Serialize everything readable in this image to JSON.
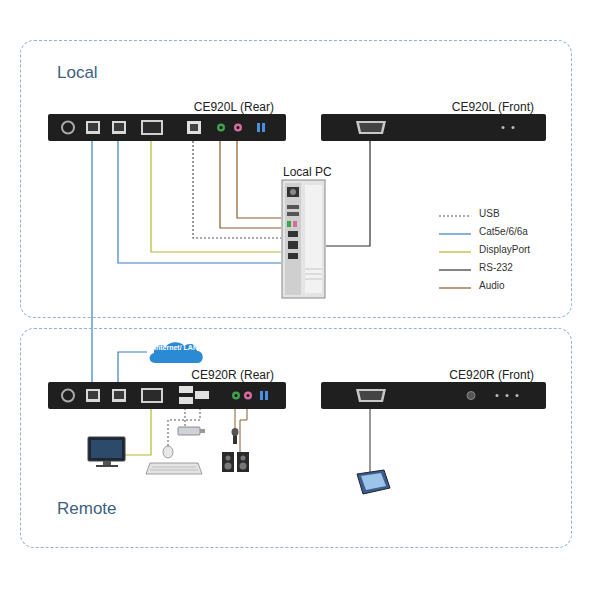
{
  "diagram": {
    "nodes": [
      {
        "text": [
          "Local"
        ]
      },
      {
        "text": [
          "CE920L (Rear)"
        ],
        "in": 0
      },
      {
        "text": [
          "CE920L (Front)"
        ],
        "in": 0
      },
      {
        "text": [
          "Local PC"
        ],
        "in": 0
      },
      {
        "text": [
          "Remote"
        ]
      },
      {
        "text": [
          "CE920R (Rear)"
        ],
        "in": 4
      },
      {
        "text": [
          "CE920R (Front)"
        ],
        "in": 4
      },
      {
        "text": [
          "Internet/ LAN"
        ],
        "in": 4
      }
    ],
    "edges": [
      {
        "from": 1,
        "to": 5,
        "arrow": "none"
      },
      {
        "from": 1,
        "to": 3,
        "arrow": "none"
      },
      {
        "from": 1,
        "to": 3,
        "arrow": "none"
      },
      {
        "from": 1,
        "to": 3,
        "arrow": "none"
      },
      {
        "from": 1,
        "to": 3,
        "arrow": "none"
      },
      {
        "from": 1,
        "to": 3,
        "arrow": "none"
      },
      {
        "from": 2,
        "to": 3,
        "arrow": "none"
      },
      {
        "from": 5,
        "to": 7,
        "arrow": "none"
      }
    ],
    "legend": [
      {
        "text": "USB"
      },
      {
        "text": "Cat5e/6/6a"
      },
      {
        "text": "DisplayPort"
      },
      {
        "text": "RS-232"
      },
      {
        "text": "Audio"
      }
    ]
  }
}
